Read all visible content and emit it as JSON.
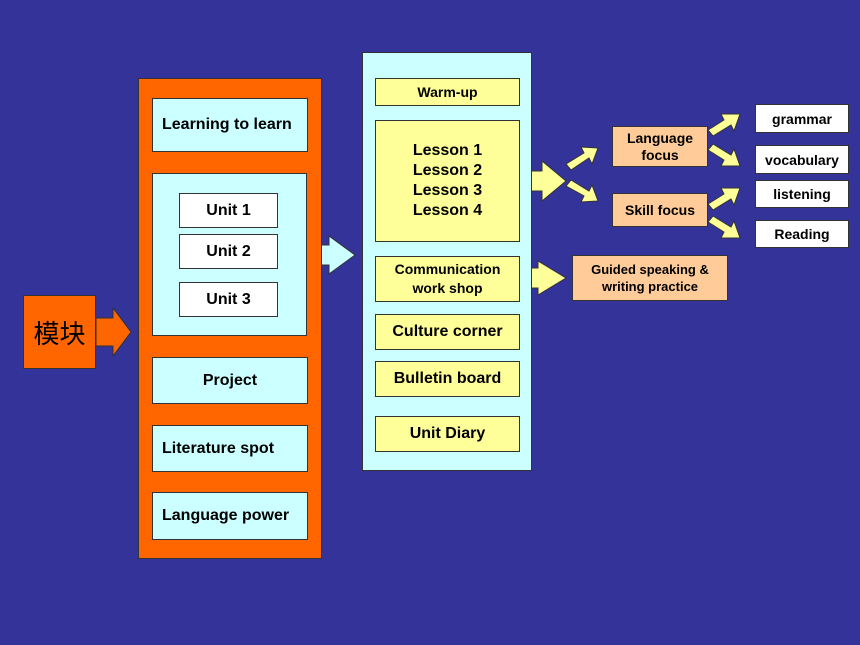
{
  "module": {
    "label": "模块"
  },
  "left_panel": {
    "learning_to_learn": "Learning to learn",
    "units": [
      "Unit 1",
      "Unit 2",
      "Unit 3"
    ],
    "project": "Project",
    "literature_spot": "Literature spot",
    "language_power": "Language power"
  },
  "middle_panel": {
    "warm_up": "Warm-up",
    "lessons": [
      "Lesson 1",
      "Lesson 2",
      "Lesson 3",
      "Lesson 4"
    ],
    "communication_workshop": [
      "Communication",
      "work shop"
    ],
    "culture_corner": "Culture corner",
    "bulletin_board": "Bulletin board",
    "unit_diary": "Unit Diary"
  },
  "focus": {
    "language_focus": [
      "Language",
      "focus"
    ],
    "skill_focus": "Skill focus",
    "guided_practice": [
      "Guided speaking &",
      "writing practice"
    ]
  },
  "outcomes": {
    "grammar": "grammar",
    "vocabulary": "vocabulary",
    "listening": "listening",
    "reading": "Reading"
  },
  "colors": {
    "background": "#333399",
    "orange": "#ff6600",
    "cyan": "#ccffff",
    "yellow": "#ffff99",
    "peach": "#ffcc99",
    "white": "#ffffff"
  }
}
